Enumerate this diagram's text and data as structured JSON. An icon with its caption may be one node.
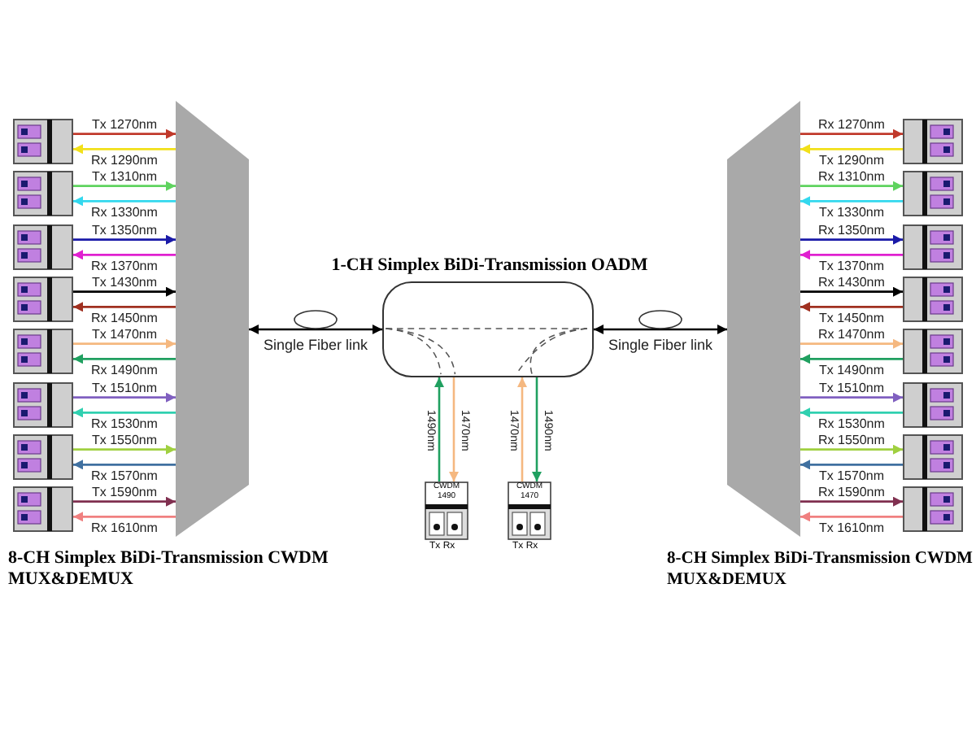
{
  "diagram": {
    "nodes": [
      {
        "text": [
          "8-CH Simplex BiDi-Transmission CWDM MUX&DEMUX"
        ]
      },
      {
        "text": [
          "1-CH Simplex BiDi-Transmission OADM"
        ]
      },
      {
        "text": [
          "8-CH Simplex BiDi-Transmission CWDM MUX&DEMUX"
        ]
      },
      {
        "text": [],
        "shape": "box"
      },
      {
        "text": [],
        "shape": "box"
      },
      {
        "text": [],
        "shape": "box"
      },
      {
        "text": [],
        "shape": "box"
      },
      {
        "text": [],
        "shape": "box"
      },
      {
        "text": [],
        "shape": "box"
      },
      {
        "text": [],
        "shape": "box"
      },
      {
        "text": [],
        "shape": "box"
      },
      {
        "text": [],
        "shape": "box"
      },
      {
        "text": [],
        "shape": "box"
      },
      {
        "text": [],
        "shape": "box"
      },
      {
        "text": [],
        "shape": "box"
      },
      {
        "text": [],
        "shape": "box"
      },
      {
        "text": [],
        "shape": "box"
      },
      {
        "text": [],
        "shape": "box"
      },
      {
        "text": [],
        "shape": "box"
      },
      {
        "text": [
          "CWDM 1490"
        ],
        "beside": [
          "Tx Rx"
        ]
      },
      {
        "text": [
          "CWDM 1470"
        ],
        "beside": [
          "Tx Rx"
        ]
      }
    ],
    "edges": [
      {
        "from": 3,
        "to": 0,
        "arrow": "to",
        "label": "Tx 1270nm",
        "color": "#c0392b"
      },
      {
        "from": 0,
        "to": 3,
        "arrow": "to",
        "label": "Rx 1290nm",
        "color": "#f2e01a"
      },
      {
        "from": 4,
        "to": 0,
        "arrow": "to",
        "label": "Tx 1310nm",
        "color": "#5fd35f"
      },
      {
        "from": 0,
        "to": 4,
        "arrow": "to",
        "label": "Rx 1330nm",
        "color": "#33d8ee"
      },
      {
        "from": 5,
        "to": 0,
        "arrow": "to",
        "label": "Tx 1350nm",
        "color": "#1a1aa8"
      },
      {
        "from": 0,
        "to": 5,
        "arrow": "to",
        "label": "Rx 1370nm",
        "color": "#e020d0"
      },
      {
        "from": 6,
        "to": 0,
        "arrow": "to",
        "label": "Tx 1430nm",
        "color": "#000000"
      },
      {
        "from": 0,
        "to": 6,
        "arrow": "to",
        "label": "Rx 1450nm",
        "color": "#a03020"
      },
      {
        "from": 7,
        "to": 0,
        "arrow": "to",
        "label": "Tx 1470nm",
        "color": "#f5b880"
      },
      {
        "from": 0,
        "to": 7,
        "arrow": "to",
        "label": "Rx 1490nm",
        "color": "#20a060"
      },
      {
        "from": 8,
        "to": 0,
        "arrow": "to",
        "label": "Tx 1510nm",
        "color": "#8060c0"
      },
      {
        "from": 0,
        "to": 8,
        "arrow": "to",
        "label": "Rx 1530nm",
        "color": "#30d0b0"
      },
      {
        "from": 9,
        "to": 0,
        "arrow": "to",
        "label": "Tx 1550nm",
        "color": "#a0d040"
      },
      {
        "from": 0,
        "to": 9,
        "arrow": "to",
        "label": "Rx 1570nm",
        "color": "#4070a0"
      },
      {
        "from": 10,
        "to": 0,
        "arrow": "to",
        "label": "Tx 1590nm",
        "color": "#803050"
      },
      {
        "from": 0,
        "to": 10,
        "arrow": "to",
        "label": "Rx 1610nm",
        "color": "#f08080"
      },
      {
        "from": 0,
        "to": 1,
        "arrow": "both",
        "label": "Single Fiber link"
      },
      {
        "from": 1,
        "to": 2,
        "arrow": "both",
        "label": "Single Fiber link"
      },
      {
        "from": 19,
        "to": 1,
        "arrow": "to",
        "label": "1490nm",
        "color": "#20a060"
      },
      {
        "from": 1,
        "to": 19,
        "arrow": "to",
        "label": "1470nm",
        "color": "#f5b880"
      },
      {
        "from": 20,
        "to": 1,
        "arrow": "to",
        "label": "1470nm",
        "color": "#f5b880"
      },
      {
        "from": 1,
        "to": 20,
        "arrow": "to",
        "label": "1490nm",
        "color": "#20a060"
      },
      {
        "from": 2,
        "to": 11,
        "arrow": "to",
        "label": "Rx 1270nm",
        "color": "#c0392b"
      },
      {
        "from": 11,
        "to": 2,
        "arrow": "to",
        "label": "Tx 1290nm",
        "color": "#f2e01a"
      },
      {
        "from": 2,
        "to": 12,
        "arrow": "to",
        "label": "Rx 1310nm",
        "color": "#5fd35f"
      },
      {
        "from": 12,
        "to": 2,
        "arrow": "to",
        "label": "Tx 1330nm",
        "color": "#33d8ee"
      },
      {
        "from": 2,
        "to": 13,
        "arrow": "to",
        "label": "Rx 1350nm",
        "color": "#1a1aa8"
      },
      {
        "from": 13,
        "to": 2,
        "arrow": "to",
        "label": "Tx 1370nm",
        "color": "#e020d0"
      },
      {
        "from": 2,
        "to": 14,
        "arrow": "to",
        "label": "Rx 1430nm",
        "color": "#000000"
      },
      {
        "from": 14,
        "to": 2,
        "arrow": "to",
        "label": "Tx 1450nm",
        "color": "#a03020"
      },
      {
        "from": 2,
        "to": 15,
        "arrow": "to",
        "label": "Rx 1470nm",
        "color": "#f5b880"
      },
      {
        "from": 15,
        "to": 2,
        "arrow": "to",
        "label": "Tx 1490nm",
        "color": "#20a060"
      },
      {
        "from": 2,
        "to": 16,
        "arrow": "to",
        "label": "Tx 1510nm",
        "color": "#8060c0"
      },
      {
        "from": 16,
        "to": 2,
        "arrow": "to",
        "label": "Rx 1530nm",
        "color": "#30d0b0"
      },
      {
        "from": 2,
        "to": 17,
        "arrow": "to",
        "label": "Rx 1550nm",
        "color": "#a0d040"
      },
      {
        "from": 17,
        "to": 2,
        "arrow": "to",
        "label": "Tx 1570nm",
        "color": "#4070a0"
      },
      {
        "from": 2,
        "to": 18,
        "arrow": "to",
        "label": "Rx 1590nm",
        "color": "#803050"
      },
      {
        "from": 18,
        "to": 2,
        "arrow": "to",
        "label": "Tx 1610nm",
        "color": "#f08080"
      }
    ]
  }
}
